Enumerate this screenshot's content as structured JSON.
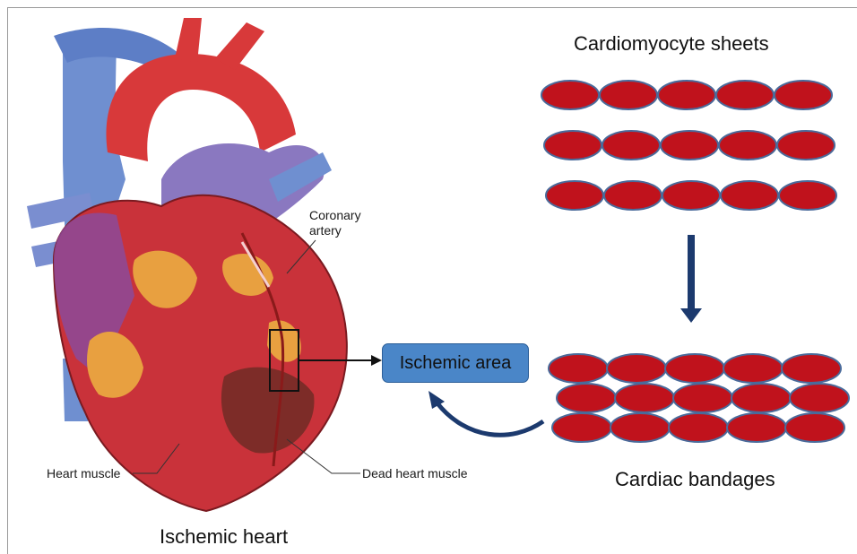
{
  "sheets_title": "Cardiomyocyte sheets",
  "bandages_title": "Cardiac bandages",
  "ischemic_area_label": "Ischemic area",
  "heart_title": "Ischemic heart",
  "labels": {
    "coronary_artery": "Coronary\nartery",
    "heart_muscle": "Heart muscle",
    "dead_heart_muscle": "Dead heart muscle"
  },
  "cells": {
    "fill": "#c0121c",
    "stroke": "#4a6a9a",
    "sheet_rows": 3,
    "sheet_cols": 5,
    "bandage_rows": 3,
    "bandage_cols": 5
  },
  "colors": {
    "arrow": "#1c3a6e",
    "box": "#4a86c8",
    "heart_red": "#c9323a",
    "vessel_blue": "#6a82c8",
    "aorta_red": "#d63a3a",
    "muscle_yellow": "#e8a040"
  }
}
